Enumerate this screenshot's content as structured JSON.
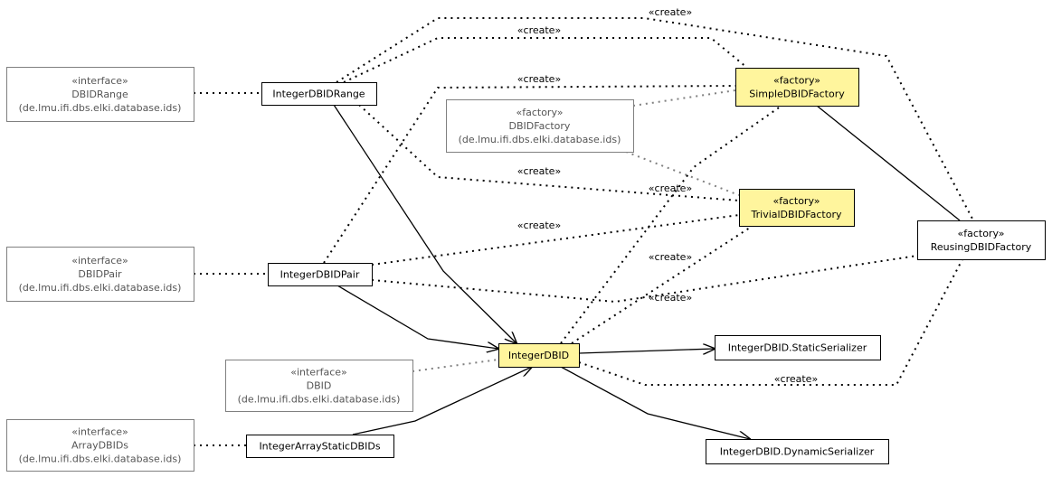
{
  "colors": {
    "factory_fill": "#fff59d",
    "plain_fill": "#ffffff",
    "border_dark": "#000000",
    "border_external": "#808080",
    "text_dark": "#000000",
    "text_external": "#555555",
    "dotted_dark": "#000000",
    "dotted_gray": "#808080"
  },
  "nodes": [
    {
      "id": "dbidrange_iface",
      "name": "dbidrange-interface-box",
      "lines": [
        "«interface»",
        "DBIDRange",
        "(de.lmu.ifi.dbs.elki.database.ids)"
      ],
      "style": "external"
    },
    {
      "id": "dbidpair_iface",
      "name": "dbidpair-interface-box",
      "lines": [
        "«interface»",
        "DBIDPair",
        "(de.lmu.ifi.dbs.elki.database.ids)"
      ],
      "style": "external"
    },
    {
      "id": "dbid_iface",
      "name": "dbid-interface-box",
      "lines": [
        "«interface»",
        "DBID",
        "(de.lmu.ifi.dbs.elki.database.ids)"
      ],
      "style": "external"
    },
    {
      "id": "arraydbids_iface",
      "name": "arraydbids-interface-box",
      "lines": [
        "«interface»",
        "ArrayDBIDs",
        "(de.lmu.ifi.dbs.elki.database.ids)"
      ],
      "style": "external"
    },
    {
      "id": "dbidfactory_iface",
      "name": "dbidfactory-box",
      "lines": [
        "«factory»",
        "DBIDFactory",
        "(de.lmu.ifi.dbs.elki.database.ids)"
      ],
      "style": "external"
    },
    {
      "id": "integerdbidrange",
      "name": "integerdbidrange-box",
      "lines": [
        "IntegerDBIDRange"
      ],
      "style": "plain"
    },
    {
      "id": "integerdbidpair",
      "name": "integerdbidpair-box",
      "lines": [
        "IntegerDBIDPair"
      ],
      "style": "plain"
    },
    {
      "id": "integerdbid",
      "name": "integerdbid-box",
      "lines": [
        "IntegerDBID"
      ],
      "style": "factory"
    },
    {
      "id": "integerarraystaticdbids",
      "name": "integerarraystaticdbids-box",
      "lines": [
        "IntegerArrayStaticDBIDs"
      ],
      "style": "plain"
    },
    {
      "id": "staticserializer",
      "name": "staticserializer-box",
      "lines": [
        "IntegerDBID.StaticSerializer"
      ],
      "style": "plain"
    },
    {
      "id": "dynamicserializer",
      "name": "dynamicserializer-box",
      "lines": [
        "IntegerDBID.DynamicSerializer"
      ],
      "style": "plain"
    },
    {
      "id": "simpledbidfactory",
      "name": "simpledbidfactory-box",
      "lines": [
        "«factory»",
        "SimpleDBIDFactory"
      ],
      "style": "factory"
    },
    {
      "id": "trivialdbidfactory",
      "name": "trivialdbidfactory-box",
      "lines": [
        "«factory»",
        "TrivialDBIDFactory"
      ],
      "style": "factory"
    },
    {
      "id": "reusingdbidfactory",
      "name": "reusingdbidfactory-box",
      "lines": [
        "«factory»",
        "ReusingDBIDFactory"
      ],
      "style": "plain"
    }
  ],
  "edge_labels": [
    "«create»",
    "«create»",
    "«create»",
    "«create»",
    "«create»",
    "«create»",
    "«create»",
    "«create»",
    "«create»"
  ]
}
